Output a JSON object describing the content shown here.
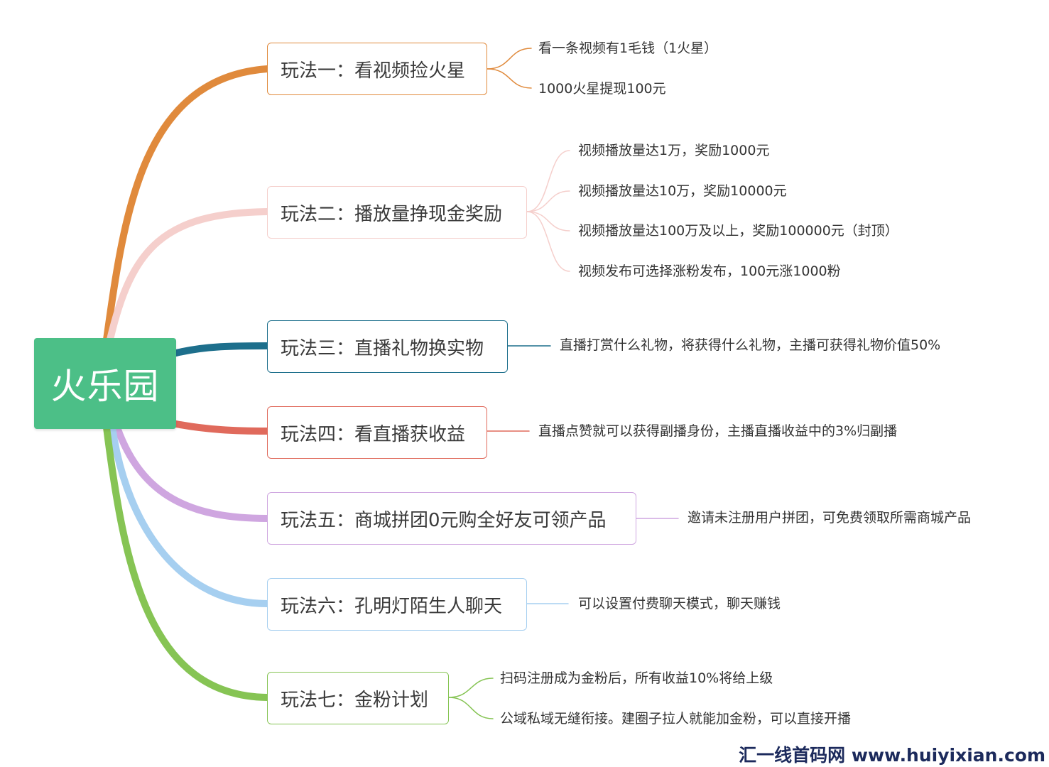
{
  "root": {
    "label": "火乐园",
    "color": "#4cbf87"
  },
  "branches": [
    {
      "label": "玩法一：看视频捡火星",
      "color": "#e08a3c",
      "leaves": [
        "看一条视频有1毛钱（1火星）",
        "1000火星提现100元"
      ]
    },
    {
      "label": "玩法二：播放量挣现金奖励",
      "color": "#f5cfcc",
      "leaves": [
        "视频播放量达1万，奖励1000元",
        "视频播放量达10万，奖励10000元",
        "视频播放量达100万及以上，奖励100000元（封顶）",
        "视频发布可选择涨粉发布，100元涨1000粉"
      ]
    },
    {
      "label": "玩法三：直播礼物换实物",
      "color": "#1d6f8c",
      "leaves": [
        "直播打赏什么礼物，将获得什么礼物，主播可获得礼物价值50%"
      ]
    },
    {
      "label": "玩法四：看直播获收益",
      "color": "#e06a5c",
      "leaves": [
        "直播点赞就可以获得副播身份，主播直播收益中的3%归副播"
      ]
    },
    {
      "label": "玩法五：商城拼团0元购全好友可领产品",
      "color": "#cfa6e0",
      "leaves": [
        "邀请未注册用户拼团，可免费领取所需商城产品"
      ]
    },
    {
      "label": "玩法六：孔明灯陌生人聊天",
      "color": "#a6cff0",
      "leaves": [
        "可以设置付费聊天模式，聊天赚钱"
      ]
    },
    {
      "label": "玩法七：金粉计划",
      "color": "#86c454",
      "leaves": [
        "扫码注册成为金粉后，所有收益10%将给上级",
        "公域私域无缝衔接。建圈子拉人就能加金粉，可以直接开播"
      ]
    }
  ],
  "watermark": "汇一线首码网 www.huiyixian.com"
}
